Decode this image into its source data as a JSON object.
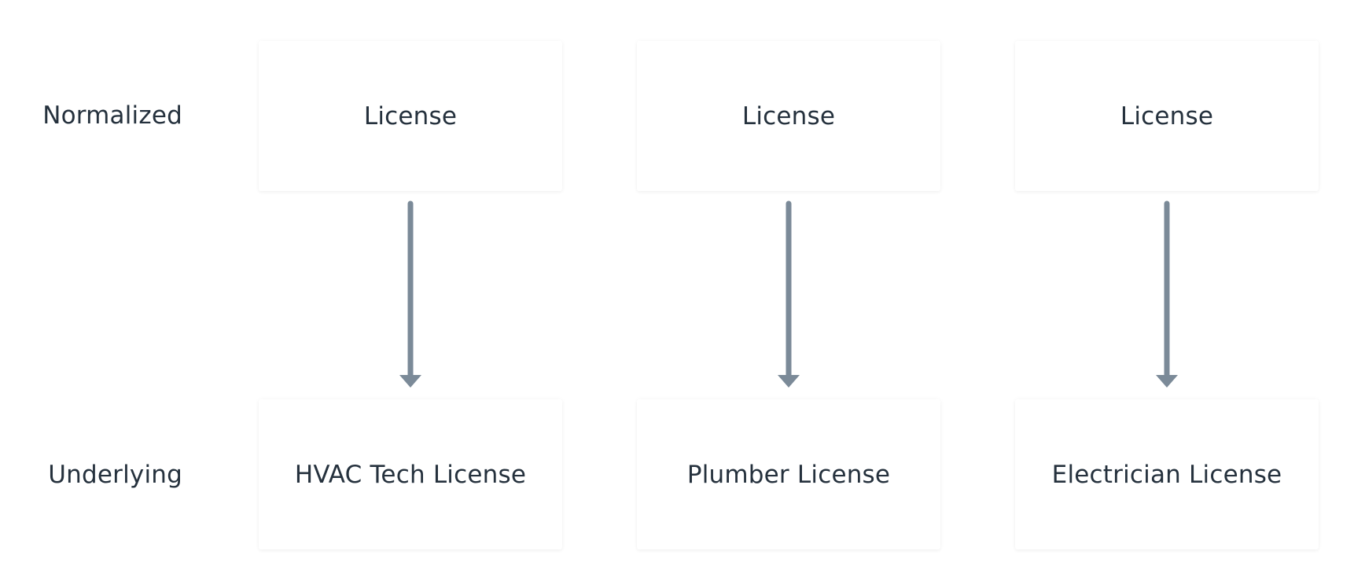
{
  "diagram": {
    "row_labels": {
      "top": "Normalized",
      "bottom": "Underlying"
    },
    "columns": [
      {
        "normalized": "License",
        "underlying": "HVAC Tech License"
      },
      {
        "normalized": "License",
        "underlying": "Plumber License"
      },
      {
        "normalized": "License",
        "underlying": "Electrician License"
      }
    ],
    "colors": {
      "text": "#25313d",
      "arrow": "#7b8a98",
      "box_bg": "#ffffff"
    }
  }
}
